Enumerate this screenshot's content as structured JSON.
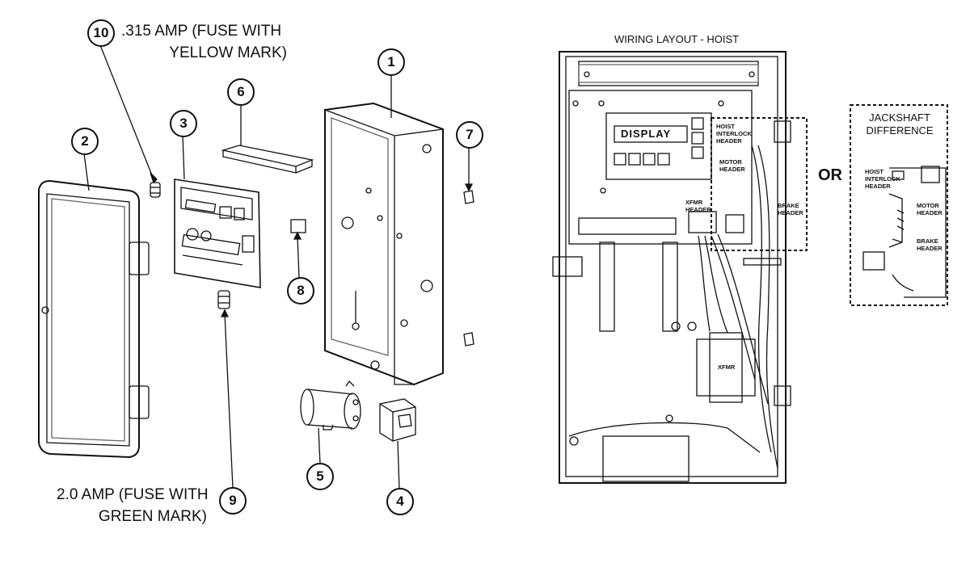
{
  "callouts": [
    "1",
    "2",
    "3",
    "4",
    "5",
    "6",
    "7",
    "8",
    "9",
    "10"
  ],
  "fuse_notes": {
    "top_line1": ".315 AMP (FUSE WITH",
    "top_line2": "YELLOW MARK)",
    "bottom_line1": "2.0 AMP (FUSE WITH",
    "bottom_line2": "GREEN MARK)"
  },
  "wiring": {
    "title": "WIRING LAYOUT - HOIST",
    "display": "DISPLAY",
    "hoist_interlock": [
      "HOIST",
      "INTERLOCK",
      "HEADER"
    ],
    "motor_header": [
      "MOTOR",
      "HEADER"
    ],
    "brake_header": [
      "BRAKE",
      "HEADER"
    ],
    "xfmr_header": [
      "XFMR",
      "HEADER"
    ],
    "xfmr": "XFMR",
    "or": "OR"
  },
  "jackshaft": {
    "title_line1": "JACKSHAFT",
    "title_line2": "DIFFERENCE",
    "hoist_interlock": [
      "HOIST",
      "INTERLOCK",
      "HEADER"
    ],
    "motor_header": [
      "MOTOR",
      "HEADER"
    ],
    "brake_header": [
      "BRAKE",
      "HEADER"
    ]
  }
}
